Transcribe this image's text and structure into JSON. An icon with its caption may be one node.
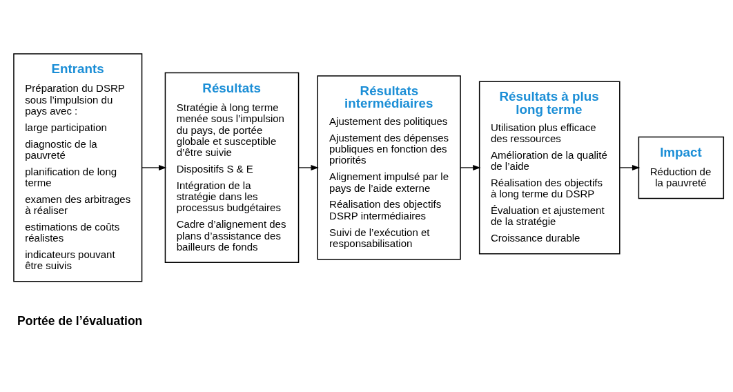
{
  "diagram": {
    "nodes": [
      {
        "text": [
          "Entrants",
          "Préparation du DSRP sous l’impulsion du pays avec :",
          "large participation",
          "diagnostic de la pauvreté",
          "planification de long terme",
          "examen des arbitrages à réaliser",
          "estimations de coûts réalistes",
          "indicateurs pouvant être suivis"
        ]
      },
      {
        "text": [
          "Résultats",
          "Stratégie à long terme menée sous l’impulsion du pays, de portée globale et susceptible d’être suivie",
          "Dispositifs S & E",
          "Intégration de la stratégie dans les processus budgétaires",
          "Cadre d’alignement des plans d’assistance des bailleurs de fonds"
        ]
      },
      {
        "text": [
          "Résultats intermédiaires",
          "Ajustement des politiques",
          "Ajustement des dépenses publiques en fonction des priorités",
          "Alignement impulsé par le pays de l’aide externe",
          "Réalisation des objectifs DSRP intermédiaires",
          "Suivi de l’exécution et responsabilisation"
        ]
      },
      {
        "text": [
          "Résultats à plus long terme",
          "Utilisation plus efficace des ressources",
          "Amélioration de la qualité de l’aide",
          "Réalisation des objectifs à long terme du DSRP",
          "Évaluation et ajustement de la stratégie",
          "Croissance durable"
        ]
      },
      {
        "text": [
          "Impact",
          "Réduction de la pauvreté"
        ]
      }
    ],
    "edges": [
      {
        "from": 0,
        "to": 1,
        "arrow": "to"
      },
      {
        "from": 1,
        "to": 2,
        "arrow": "to"
      },
      {
        "from": 2,
        "to": 3,
        "arrow": "to"
      },
      {
        "from": 3,
        "to": 4,
        "arrow": "to"
      }
    ],
    "labels": [
      "Portée de l’évaluation"
    ]
  }
}
